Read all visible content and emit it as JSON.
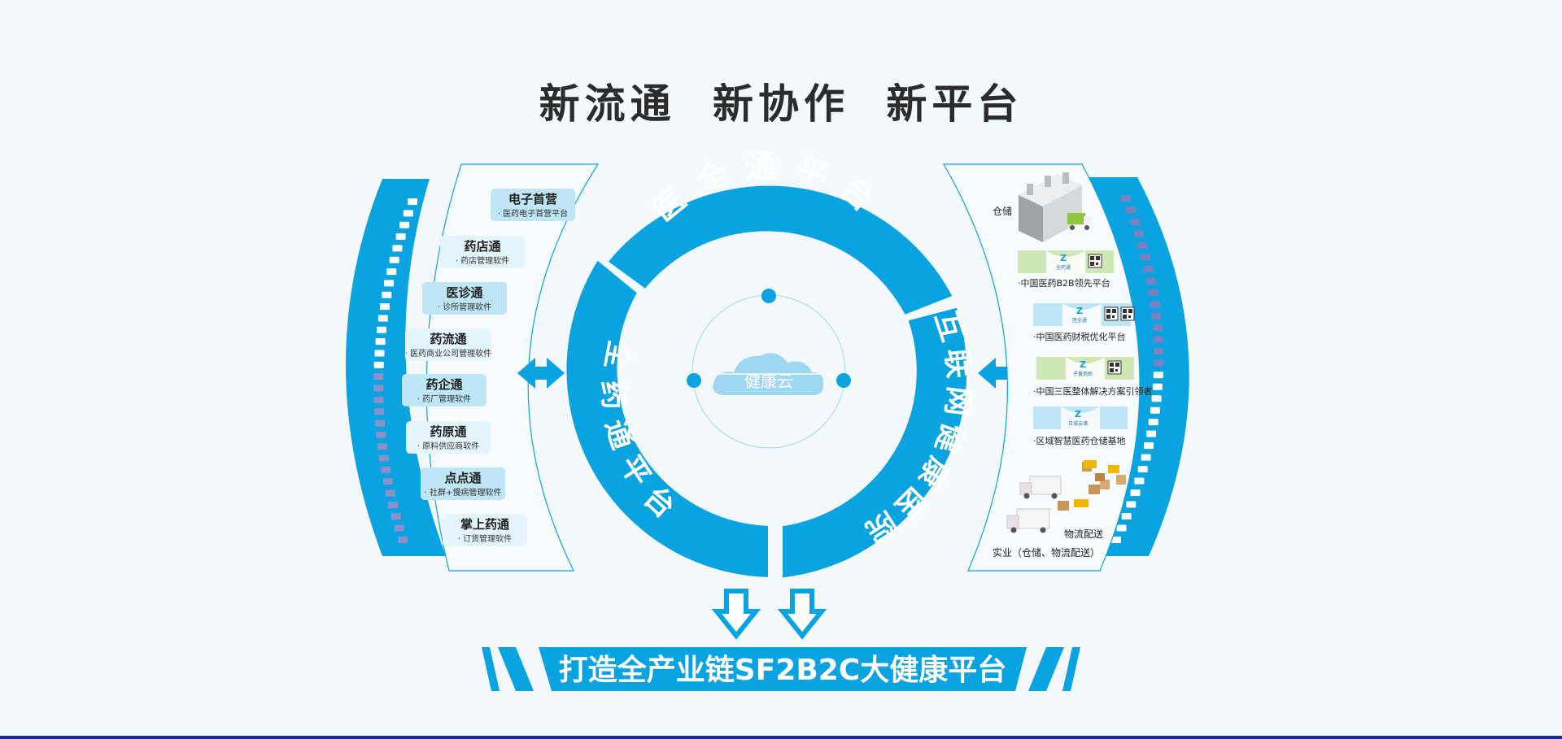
{
  "page": {
    "title": "新流通  新协作  新平台"
  },
  "ring": {
    "top_label": "医全通平台",
    "left_label": "全药通平台",
    "right_label": "互联网健康医院",
    "center_label": "健康云"
  },
  "left_panel": {
    "items": [
      {
        "name": "电子首营",
        "desc": "· 医药电子首营平台"
      },
      {
        "name": "药店通",
        "desc": "· 药店管理软件"
      },
      {
        "name": "医诊通",
        "desc": "· 诊所管理软件"
      },
      {
        "name": "药流通",
        "desc": "· 医药商业公司管理软件"
      },
      {
        "name": "药企通",
        "desc": "· 药厂管理软件"
      },
      {
        "name": "药原通",
        "desc": "· 原料供应商软件"
      },
      {
        "name": "点点通",
        "desc": "· 社群+慢病管理软件"
      },
      {
        "name": "掌上药通",
        "desc": "· 订货管理软件"
      }
    ]
  },
  "right_panel": {
    "warehouse_label": "仓储",
    "cards": [
      {
        "logo": "全药通",
        "caption": "·中国医药B2B领先平台"
      },
      {
        "logo": "医全通",
        "caption": "·中国医药财税优化平台"
      },
      {
        "logo": "子量商郎",
        "caption": "·中国三医整体解决方案引领者"
      },
      {
        "logo": "日城云储",
        "caption": "·区域智慧医药仓储基地"
      }
    ],
    "logistics_label": "物流配送",
    "industry_label": "实业（仓储、物流配送）"
  },
  "banner": {
    "text": "打造全产业链SF2B2C大健康平台"
  },
  "colors": {
    "primary": "#0aa3e2",
    "dark_text": "#2c2c2c",
    "light_card": "#bfe6f6",
    "pale_card": "#e4f5fd",
    "green_card": "#cfe7b5",
    "cloud": "#9ed7f1",
    "background": "#f4f9fd"
  }
}
